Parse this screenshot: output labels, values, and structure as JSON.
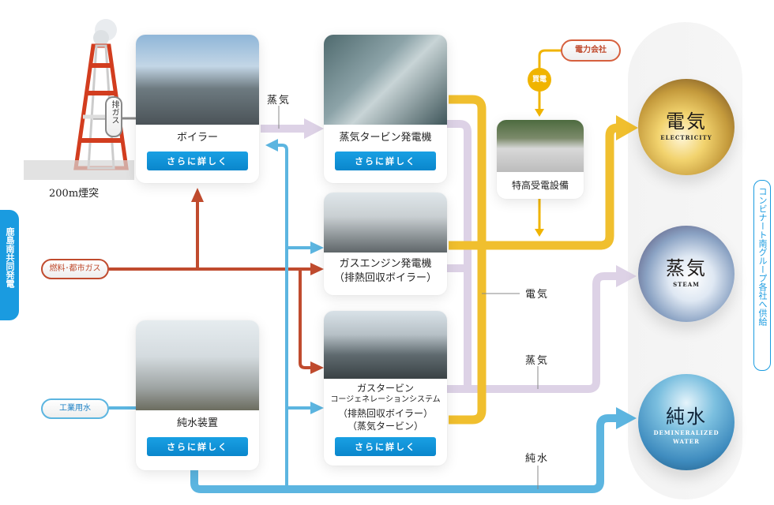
{
  "chimney": {
    "label": "200m煙突",
    "exhaust_label": "排ガス"
  },
  "left_badge": {
    "label": "鹿島南共同発電"
  },
  "inputs": {
    "fuel": "燃料･都市ガス",
    "industrial_water": "工業用水",
    "power_company": "電力会社",
    "purchase": "買電"
  },
  "facilities": [
    {
      "id": "boiler",
      "title": "ボイラー",
      "button": "さらに詳しく"
    },
    {
      "id": "steam_turbine",
      "title": "蒸気タービン発電機",
      "button": "さらに詳しく"
    },
    {
      "id": "gas_engine",
      "title_lines": [
        "ガスエンジン発電機",
        "（排熱回収ボイラー）"
      ]
    },
    {
      "id": "gas_turbine",
      "title_lines": [
        "ガスタービン",
        "コージェネレーションシステム",
        "（排熱回収ボイラー）",
        "（蒸気タービン）"
      ],
      "button": "さらに詳しく"
    },
    {
      "id": "substation",
      "title": "特高受電設備"
    },
    {
      "id": "pure_water",
      "title": "純水装置",
      "button": "さらに詳しく"
    }
  ],
  "flow_labels": {
    "steam_top": "蒸気",
    "electricity": "電気",
    "steam": "蒸気",
    "pure_water": "純水"
  },
  "outputs": [
    {
      "kanji": "電気",
      "en": "ELECTRICITY"
    },
    {
      "kanji": "蒸気",
      "en": "STEAM"
    },
    {
      "kanji": "純水",
      "en_lines": [
        "DEMINERALIZED",
        "WATER"
      ]
    }
  ],
  "supply_label": "コンビナート南グループ各社へ供給",
  "colors": {
    "electricity": "#f0bf2e",
    "steam": "#ddd2e6",
    "water": "#5cb5e0",
    "fuel": "#c04b2e",
    "button": "#1298dc",
    "badge_blue": "#1a9be0"
  }
}
